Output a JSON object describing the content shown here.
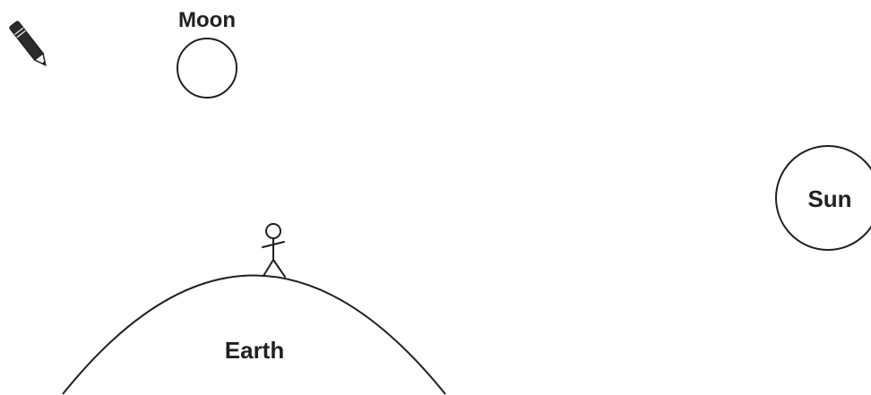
{
  "labels": {
    "moon": "Moon",
    "sun": "Sun",
    "earth": "Earth"
  },
  "icons": {
    "tool": "pencil-icon",
    "observer": "stick-figure-icon"
  },
  "colors": {
    "ink": "#231f20",
    "background": "#ffffff"
  }
}
